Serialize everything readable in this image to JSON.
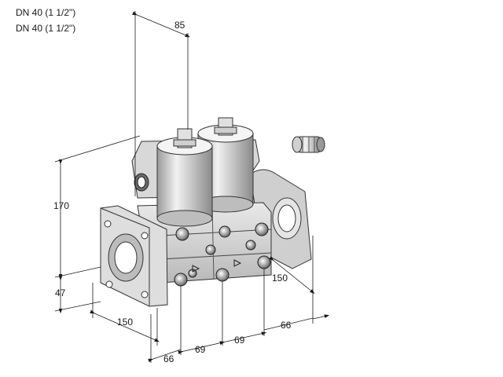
{
  "header": {
    "line1": "DN 40 (1 1/2\")",
    "line2": "DN 40 (1 1/2\")"
  },
  "dimensions": {
    "top_width": "85",
    "height_total": "170",
    "height_lower": "47",
    "flange_left": "150",
    "flange_right": "150",
    "offset_left": "66",
    "offset_right": "66",
    "pitch_1": "69",
    "pitch_2": "69"
  }
}
